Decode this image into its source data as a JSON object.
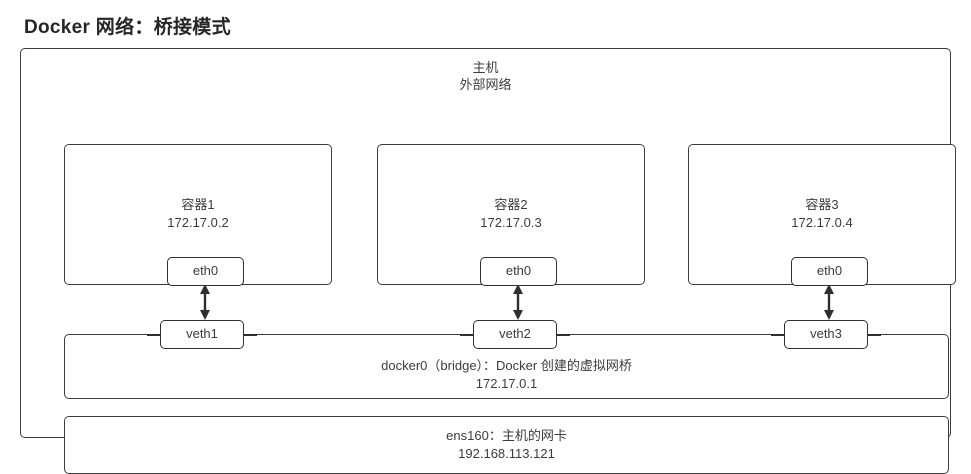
{
  "page": {
    "title": "Docker 网络：桥接模式"
  },
  "host": {
    "caption_main": "主机",
    "caption_sub": "外部网络"
  },
  "containers": [
    {
      "name": "容器1",
      "ip": "172.17.0.2",
      "nic": "eth0",
      "veth": "veth1"
    },
    {
      "name": "容器2",
      "ip": "172.17.0.3",
      "nic": "eth0",
      "veth": "veth2"
    },
    {
      "name": "容器3",
      "ip": "172.17.0.4",
      "nic": "eth0",
      "veth": "veth3"
    }
  ],
  "bridge": {
    "caption_main": "docker0（bridge）：Docker 创建的虚拟网桥",
    "ip": "172.17.0.1"
  },
  "host_nic": {
    "caption_main": "ens160：主机的网卡",
    "ip": "192.168.113.121"
  },
  "colors": {
    "stroke": "#3b3b3b",
    "text": "#3c3c3c",
    "title": "#262626",
    "background": "#ffffff"
  }
}
